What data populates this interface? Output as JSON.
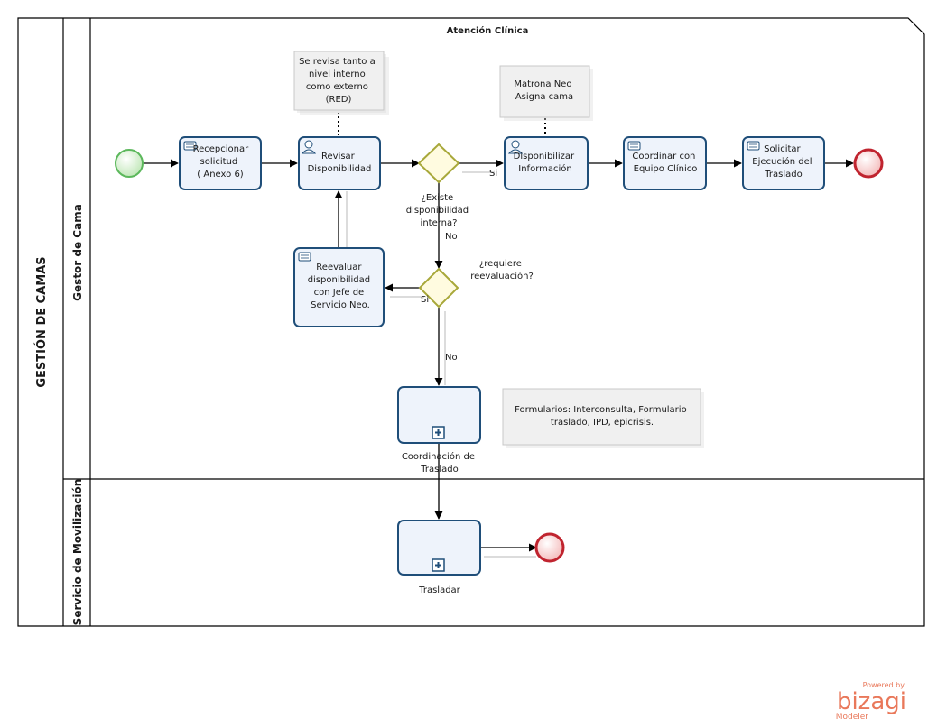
{
  "pool": {
    "name": "GESTIÓN DE CAMAS",
    "header": "Atención Clínica"
  },
  "lanes": [
    {
      "id": "gestor",
      "name": "Gestor de Cama"
    },
    {
      "id": "movil",
      "name": "Servicio de Movilización"
    }
  ],
  "tasks": [
    {
      "id": "recepcionar",
      "lines": [
        "Recepcionar",
        "solicitud",
        "( Anexo 6)"
      ],
      "icon": "service-task-icon"
    },
    {
      "id": "revisar",
      "lines": [
        "Revisar",
        "Disponibilidad"
      ],
      "icon": "user-task-icon"
    },
    {
      "id": "disponibilizar",
      "lines": [
        "Disponibilizar",
        "Información"
      ],
      "icon": "user-task-icon"
    },
    {
      "id": "coordinar",
      "lines": [
        "Coordinar  con",
        "Equipo Clínico"
      ],
      "icon": "service-task-icon"
    },
    {
      "id": "solicitar",
      "lines": [
        "Solicitar",
        "Ejecución del",
        "Traslado"
      ],
      "icon": "service-task-icon"
    },
    {
      "id": "reevaluar",
      "lines": [
        "Reevaluar",
        "disponibilidad",
        "con Jefe de",
        "Servicio Neo."
      ],
      "icon": "service-task-icon"
    }
  ],
  "subprocesses": [
    {
      "id": "coordinacion",
      "lines": [
        "Coordinación de",
        "Traslado"
      ]
    },
    {
      "id": "trasladar",
      "lines": [
        "Trasladar"
      ]
    }
  ],
  "gateways": [
    {
      "id": "gw1",
      "question": [
        "¿Existe",
        "disponibilidad",
        "interna?"
      ],
      "yes": "Si",
      "no": "No"
    },
    {
      "id": "gw2",
      "question": [
        "¿requiere",
        "reevaluación?"
      ],
      "yes": "Si",
      "no": "No"
    }
  ],
  "annotations": [
    {
      "id": "note-red",
      "lines": [
        "Se revisa tanto a",
        "nivel interno",
        "como externo",
        "(RED)"
      ]
    },
    {
      "id": "note-matrona",
      "lines": [
        "Matrona  Neo",
        "Asigna cama"
      ]
    },
    {
      "id": "note-formularios",
      "lines": [
        "Formularios: Interconsulta, Formulario",
        "traslado, IPD, epicrisis."
      ]
    }
  ],
  "watermark": {
    "top": "Powered by",
    "brand": "bizagi",
    "bottom": "Modeler"
  },
  "colors": {
    "task_border": "#1f4e79",
    "task_fill": "#eef3fb",
    "gateway_border": "#a8a83a",
    "gateway_fill": "#fffbe0",
    "start": "#5cb85c",
    "end": "#c0242f",
    "brand": "#e9785a"
  }
}
